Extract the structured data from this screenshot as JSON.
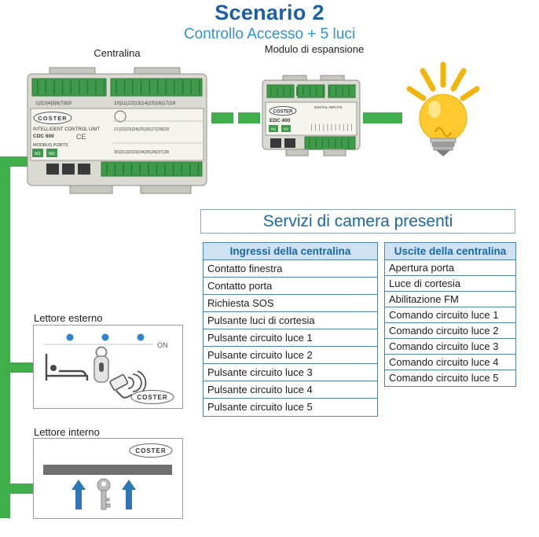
{
  "page": {
    "title": "Scenario 2",
    "subtitle": "Controllo Accesso + 5 luci"
  },
  "colors": {
    "green": "#3fae4a",
    "title_blue": "#1b5fa8",
    "subtitle_blue": "#2b94d6",
    "table_border": "#4f81bd",
    "table_header_bg": "#cfe2f4",
    "table_header_text": "#1768ae"
  },
  "centralina": {
    "label": "Centralina",
    "brand": "COSTER",
    "product_name": "INTELLIGENT CONTROL UNIT",
    "model": "CDC 600",
    "modbus_label": "MODBUS PORTS",
    "port1": "M1",
    "port2": "M2",
    "ce_mark": "CE",
    "terminals_top_left": "1|2|3|4|5|6|7|8|9",
    "terminals_top_right": "10|11|12|13|14|15|16|17|18",
    "terminals_mid": "21|22|23|24|25|26|27|28|29",
    "terminals_bottom": "30|31|32|33|34|35|36|37|38"
  },
  "modulo": {
    "label": "Modulo di espansione",
    "brand": "COSTER",
    "model": "EDC 400",
    "digital_inputs_label": "DIGITAL INPUTS",
    "port1": "M1",
    "port2": "M2"
  },
  "services": {
    "title": "Servizi di camera presenti",
    "ingressi": {
      "header": "Ingressi della centralina",
      "rows": [
        "Contatto finestra",
        "Contatto porta",
        "Richiesta SOS",
        "Pulsante luci di cortesia",
        "Pulsante circuito luce 1",
        "Pulsante circuito luce 2",
        "Pulsante circuito luce 3",
        "Pulsante circuito luce 4",
        "Pulsante circuito luce 5"
      ]
    },
    "uscite": {
      "header": "Uscite della centralina",
      "rows": [
        "Apertura porta",
        "Luce di cortesia",
        "Abilitazione FM",
        "Comando circuito luce 1",
        "Comando circuito luce 2",
        "Comando circuito luce 3",
        "Comando circuito luce 4",
        "Comando circuito luce 5"
      ]
    }
  },
  "readers": {
    "esterno": {
      "label": "Lettore esterno",
      "on_label": "ON",
      "brand": "COSTER"
    },
    "interno": {
      "label": "Lettore interno",
      "brand": "COSTER"
    }
  }
}
